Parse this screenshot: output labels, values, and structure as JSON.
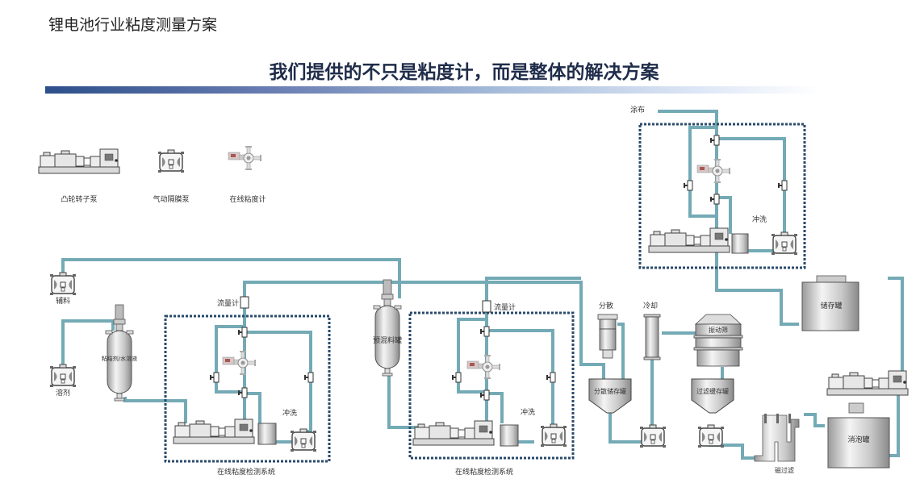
{
  "header": {
    "title": "锂电池行业粘度测量方案",
    "headline": "我们提供的不只是粘度计，而是整体的解决方案"
  },
  "colors": {
    "pipe": "#74aab5",
    "box": "#2a4a6b",
    "headline": "#1f2c4a"
  },
  "legend": {
    "items": [
      {
        "icon": "lobe-pump-icon",
        "label": "凸轮转子泵"
      },
      {
        "icon": "diaphragm-pump-icon",
        "label": "气动隔膜泵"
      },
      {
        "icon": "viscometer-icon",
        "label": "在线粘度计"
      }
    ]
  },
  "diagram": {
    "auxiliary_label": "辅料",
    "solvent_label": "溶剂",
    "binder_tank_label": "粘结剂/水溶液",
    "premix_tank_label": "预混料罐",
    "flowmeter_label": "流量计",
    "flush_label": "冲洗",
    "system_label": "在线粘度检测系统",
    "disperse_label": "分散",
    "cooling_label": "冷却",
    "vibrating_screen_label": "振动筛",
    "disperse_storage_label": "分散储存罐",
    "filter_buffer_label": "过滤缓存罐",
    "magnetic_filter_label": "磁过滤",
    "storage_tank_label": "储存罐",
    "defoam_tank_label": "消泡罐",
    "coating_label": "涂布"
  }
}
